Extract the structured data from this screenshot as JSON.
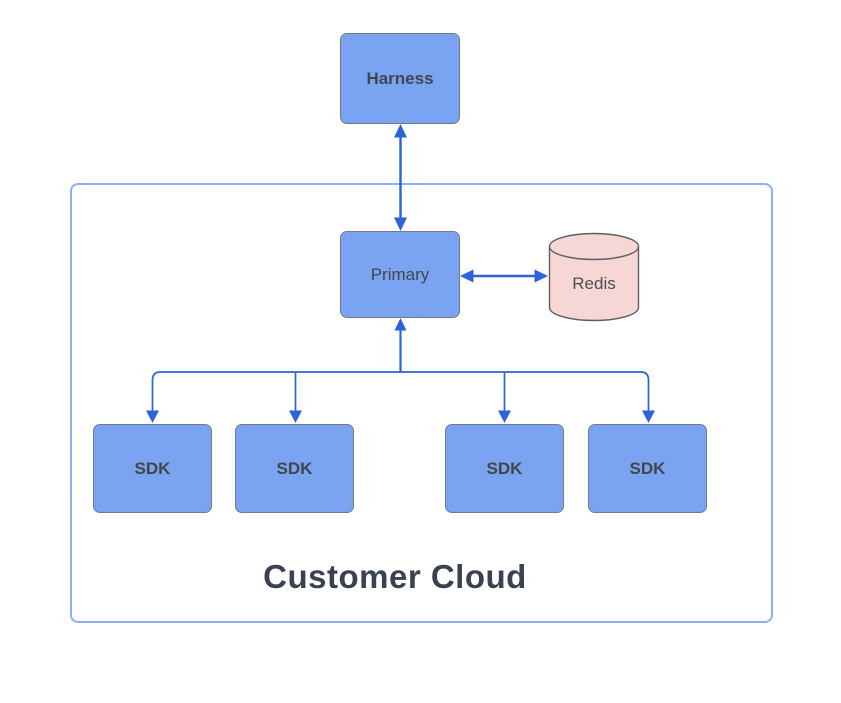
{
  "diagram": {
    "nodes": {
      "harness": {
        "label": "Harness"
      },
      "primary": {
        "label": "Primary"
      },
      "redis": {
        "label": "Redis"
      },
      "sdks": [
        {
          "label": "SDK"
        },
        {
          "label": "SDK"
        },
        {
          "label": "SDK"
        },
        {
          "label": "SDK"
        }
      ]
    },
    "container": {
      "label": "Customer Cloud"
    },
    "connectors": [
      {
        "name": "harness-primary",
        "type": "double-arrow-vertical"
      },
      {
        "name": "primary-redis",
        "type": "double-arrow-horizontal"
      },
      {
        "name": "primary-sdk-tree",
        "type": "branching-arrows"
      }
    ],
    "colors": {
      "node_fill": "#7aa4f2",
      "node_border": "#75797f",
      "node_text": "#41464c",
      "container_border": "#8ab1f8",
      "container_label_text": "#3a4150",
      "connector_blue": "#2b63d9",
      "cylinder_fill": "#f7d6d6",
      "cylinder_border": "#5c5f62"
    }
  }
}
